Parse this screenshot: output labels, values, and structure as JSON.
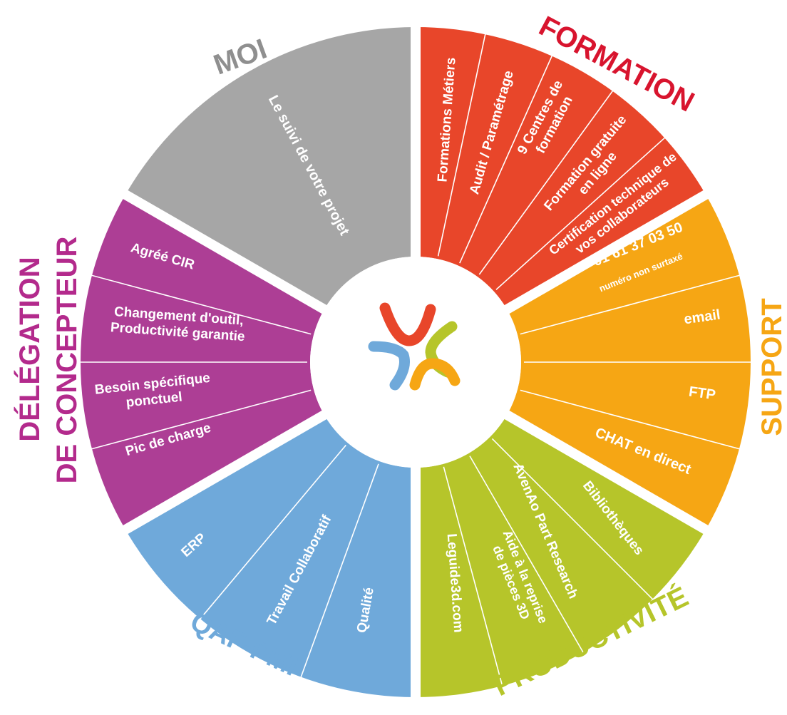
{
  "colors": {
    "moi": "#a6a6a6",
    "formation": "#e8462a",
    "formation_title": "#d8142e",
    "support": "#f6a614",
    "productivite": "#b6c52a",
    "qaf": "#6fa9da",
    "delegation": "#ad3e95",
    "delegation_title": "#b32a8c"
  },
  "sectors": {
    "moi": {
      "title": "MOI",
      "items": [
        "Le suivi de votre projet"
      ]
    },
    "formation": {
      "title": "FORMATION",
      "items": [
        [
          "Formations Métiers"
        ],
        [
          "Audit / Paramétrage"
        ],
        [
          "9 Centres de",
          "formation"
        ],
        [
          "Formation gratuite",
          "en ligne"
        ],
        [
          "Certification technique de",
          "vos collaborateurs"
        ]
      ]
    },
    "support": {
      "title": "SUPPORT",
      "phone": "01 61 37 03 50",
      "phone_note": "numéro non surtaxé",
      "items": [
        "email",
        "FTP",
        "CHAT en direct"
      ]
    },
    "productivite": {
      "title": "PRODUCTIVITÉ",
      "items": [
        [
          "Bibliothèques"
        ],
        [
          "AvenAo Part Research"
        ],
        [
          "Aide à la reprise",
          "de pièces 3D"
        ],
        [
          "Leguide3d.com"
        ]
      ]
    },
    "qaf": {
      "title": "QAF-PMI",
      "items": [
        "Qualité",
        "Travail Collaboratif",
        "ERP"
      ]
    },
    "delegation": {
      "title_line1": "DÉLÉGATION",
      "title_line2": "DE CONCEPTEUR",
      "items": [
        [
          "Pic de charge"
        ],
        [
          "Besoin spécifique",
          "ponctuel"
        ],
        [
          "Changement d'outil,",
          "Productivité garantie"
        ],
        [
          "Agréé CIR"
        ]
      ]
    }
  },
  "logo": {
    "red": "#e8462a",
    "green": "#b6c52a",
    "blue": "#6fa9da",
    "orange": "#f6a614"
  }
}
